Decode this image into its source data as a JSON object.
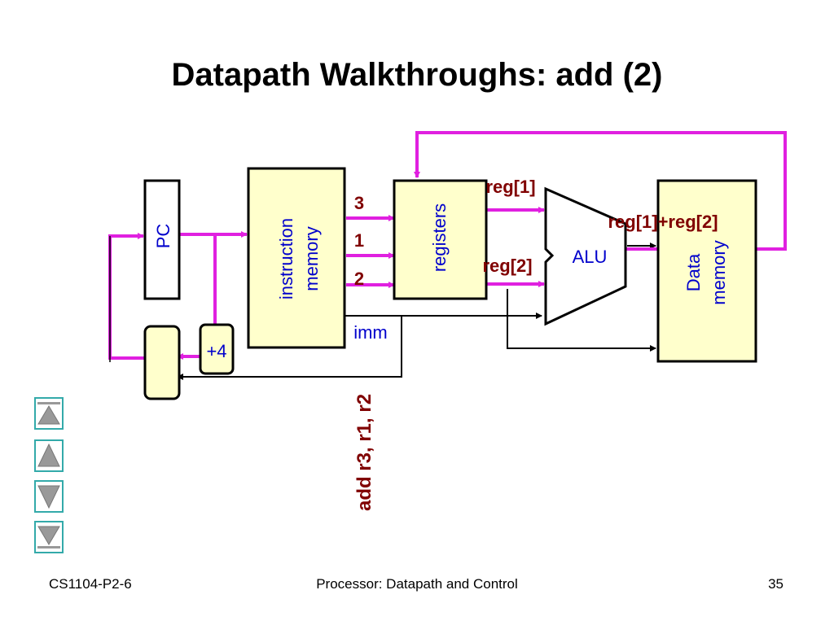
{
  "slide": {
    "title": "Datapath Walkthroughs: add (2)"
  },
  "diagram": {
    "pc_label": "PC",
    "instr_mem_line1": "instruction",
    "instr_mem_line2": "memory",
    "registers_label": "registers",
    "alu_label": "ALU",
    "data_mem_line1": "Data",
    "data_mem_line2": "memory",
    "plus4_label": "+4",
    "imm_label": "imm",
    "reg_field_3": "3",
    "reg_field_1": "1",
    "reg_field_2": "2",
    "reg1_label": "reg[1]",
    "reg2_label": "reg[2]",
    "sum_label": "reg[1]+reg[2]",
    "instruction": "add r3, r1, r2"
  },
  "colors": {
    "active_wire": "#e020e0",
    "component_fill": "#ffffcc",
    "value_label": "#800000",
    "component_text": "#0000cc",
    "nav_fill": "#999999",
    "nav_border": "#33aaaa"
  },
  "nav": {
    "icons": [
      "first-slide-icon",
      "previous-slide-icon",
      "next-slide-icon",
      "last-slide-icon"
    ]
  },
  "footer": {
    "left": "CS1104-P2-6",
    "center": "Processor: Datapath and Control",
    "page_number": "35"
  }
}
